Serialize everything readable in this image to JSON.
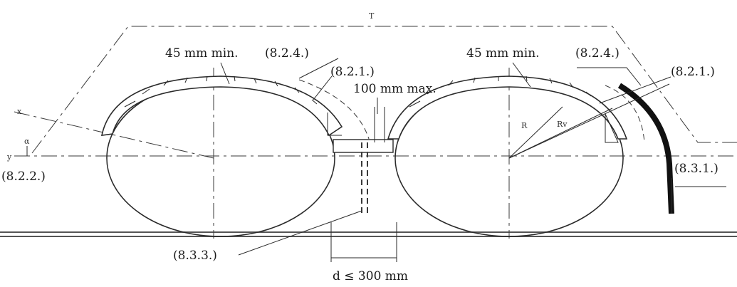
{
  "labels": {
    "top_T": "T",
    "left_min": "45 mm min.",
    "left_ref_824": "(8.2.4.)",
    "ref_821_left": "(8.2.1.)",
    "max_100": "100 mm max.",
    "right_min": "45 mm min.",
    "right_ref_824": "(8.2.4.)",
    "ref_821_right": "(8.2.1.)",
    "ref_822": "(8.2.2.)",
    "ref_831": "(8.3.1.)",
    "ref_833": "(8.3.3.)",
    "d_max": "d ≤ 300 mm",
    "radius_R": "R",
    "radius_Rv": "Rv",
    "axis_x": "x",
    "axis_y": "y",
    "angle_alpha": "α"
  },
  "colors": {
    "line": "#2a2a2a",
    "mudflap": "#111111",
    "background": "#ffffff"
  }
}
